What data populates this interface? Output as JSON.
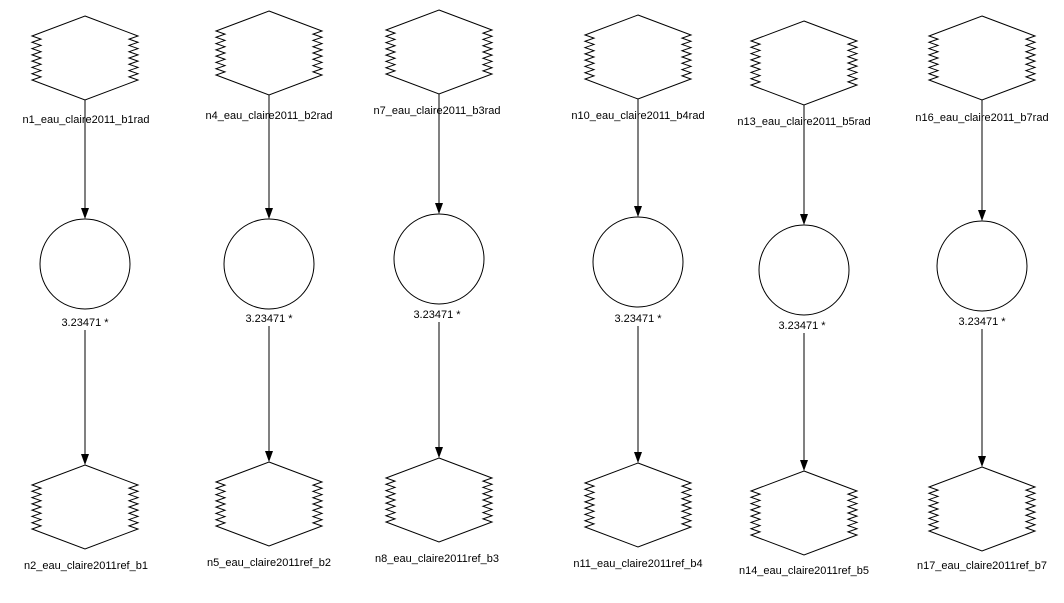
{
  "diagram": {
    "colors": {
      "line": "#000000",
      "background": "#ffffff"
    },
    "chains": [
      {
        "input": {
          "label": "n1_eau_claire2011_b1rad",
          "icon": "zigzag-hexagon"
        },
        "transform": {
          "label": "3.23471 *",
          "icon": "circle"
        },
        "output": {
          "label": "n2_eau_claire2011ref_b1",
          "icon": "zigzag-hexagon"
        }
      },
      {
        "input": {
          "label": "n4_eau_claire2011_b2rad",
          "icon": "zigzag-hexagon"
        },
        "transform": {
          "label": "3.23471 *",
          "icon": "circle"
        },
        "output": {
          "label": "n5_eau_claire2011ref_b2",
          "icon": "zigzag-hexagon"
        }
      },
      {
        "input": {
          "label": "n7_eau_claire2011_b3rad",
          "icon": "zigzag-hexagon"
        },
        "transform": {
          "label": "3.23471 *",
          "icon": "circle"
        },
        "output": {
          "label": "n8_eau_claire2011ref_b3",
          "icon": "zigzag-hexagon"
        }
      },
      {
        "input": {
          "label": "n10_eau_claire2011_b4rad",
          "icon": "zigzag-hexagon"
        },
        "transform": {
          "label": "3.23471 *",
          "icon": "circle"
        },
        "output": {
          "label": "n11_eau_claire2011ref_b4",
          "icon": "zigzag-hexagon"
        }
      },
      {
        "input": {
          "label": "n13_eau_claire2011_b5rad",
          "icon": "zigzag-hexagon"
        },
        "transform": {
          "label": "3.23471 *",
          "icon": "circle"
        },
        "output": {
          "label": "n14_eau_claire2011ref_b5",
          "icon": "zigzag-hexagon"
        }
      },
      {
        "input": {
          "label": "n16_eau_claire2011_b7rad",
          "icon": "zigzag-hexagon"
        },
        "transform": {
          "label": "3.23471 *",
          "icon": "circle"
        },
        "output": {
          "label": "n17_eau_claire2011ref_b7",
          "icon": "zigzag-hexagon"
        }
      }
    ]
  }
}
